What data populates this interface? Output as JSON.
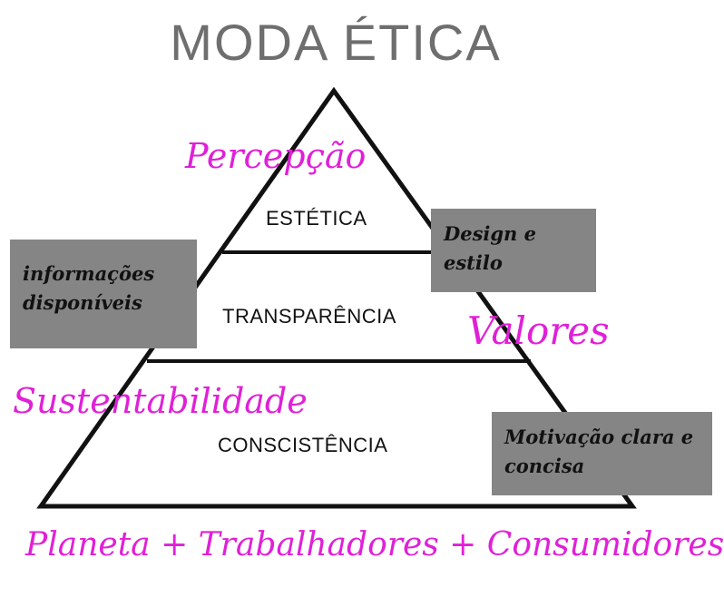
{
  "title": "MODA ÉTICA",
  "levels": {
    "top": "ESTÉTICA",
    "middle": "TRANSPARÊNCIA",
    "bottom": "CONSCISTÊNCIA"
  },
  "boxes": {
    "info": "informações disponíveis",
    "design": "Design e estilo",
    "motivation": "Motivação clara e concisa"
  },
  "labels": {
    "percepcao": "Percepção",
    "valores": "Valores",
    "sustentabilidade": "Sustentabilidade",
    "footer": "Planeta + Trabalhadores + Consumidores"
  },
  "colors": {
    "title": "#6e6e6e",
    "box": "#858585",
    "accent": "#e020d8",
    "line": "#111111"
  }
}
